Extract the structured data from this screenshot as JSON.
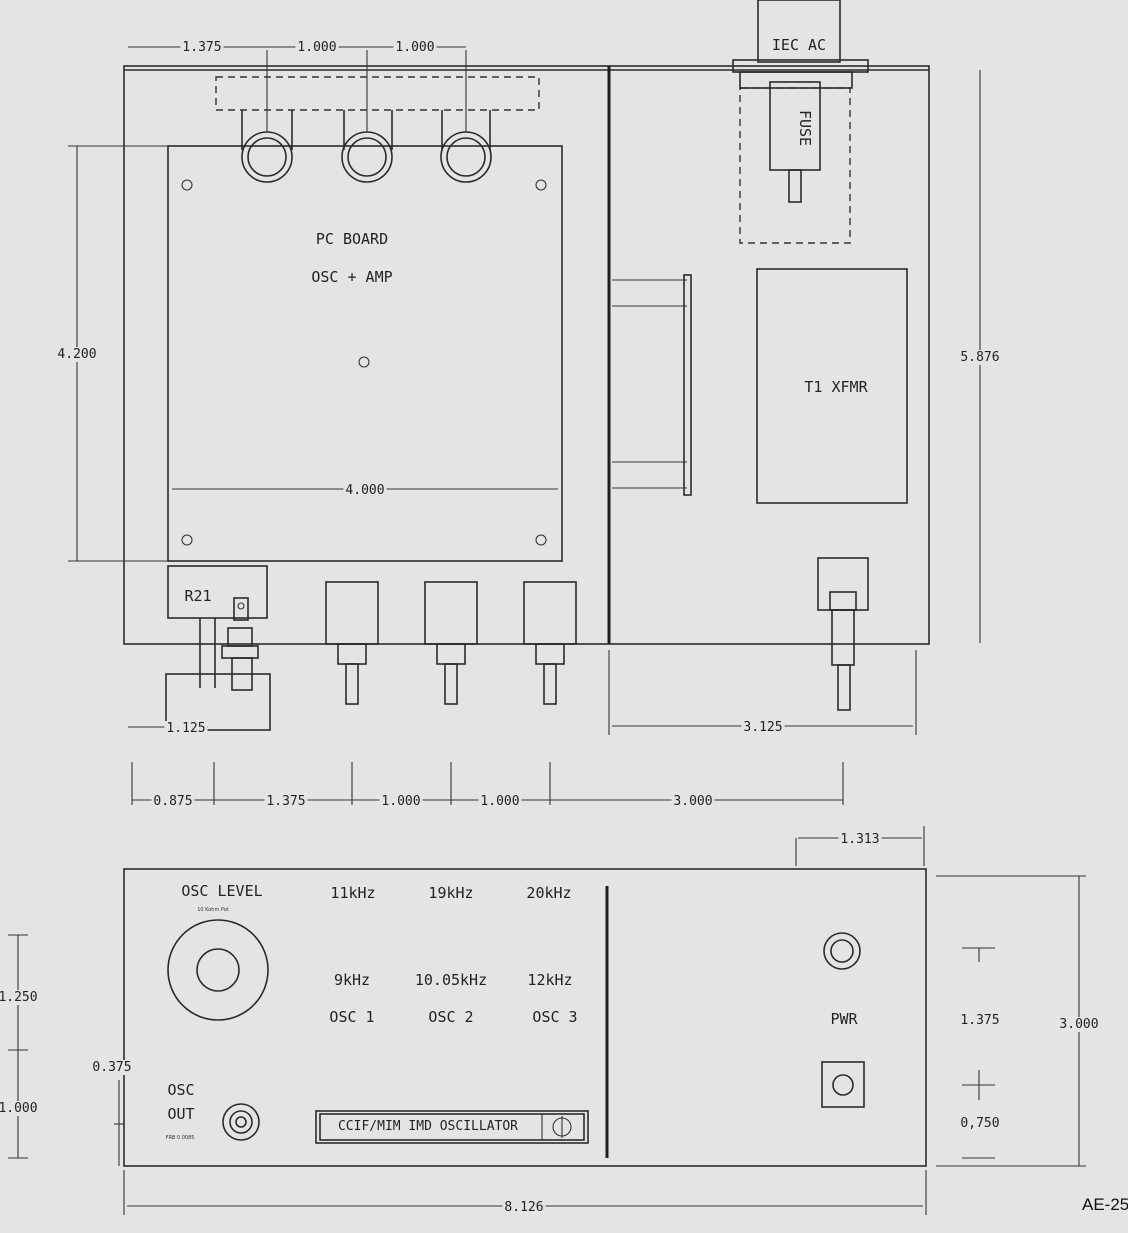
{
  "top_view": {
    "iec_ac": "IEC AC",
    "fuse": "FUSE",
    "pc_board": "PC BOARD",
    "osc_amp": "OSC + AMP",
    "xfmr": "T1 XFMR",
    "r21": "R21",
    "dims": {
      "d1375_top": "1.375",
      "d1000_top_a": "1.000",
      "d1000_top_b": "1.000",
      "d4200": "4.200",
      "d4000": "4.000",
      "d5876": "5.876",
      "d1125": "1.125",
      "d3125": "3.125",
      "d0875": "0.875",
      "d1375_bot": "1.375",
      "d1000_bot_a": "1.000",
      "d1000_bot_b": "1.000",
      "d3000_bot": "3.000"
    }
  },
  "front_view": {
    "osc_level": "OSC LEVEL",
    "osc_level_sub": "10 Kohm Pot",
    "freq_top": [
      "11kHz",
      "19kHz",
      "20kHz"
    ],
    "freq_bot": [
      "9kHz",
      "10.05kHz",
      "12kHz"
    ],
    "osc_labels": [
      "OSC 1",
      "OSC 2",
      "OSC 3"
    ],
    "osc_out_1": "OSC",
    "osc_out_2": "OUT",
    "osc_out_sub": "FRB 0.0085",
    "title_plate": "CCIF/MIM IMD OSCILLATOR",
    "pwr": "PWR",
    "dims": {
      "d1313": "1.313",
      "d1250": "1.250",
      "d0375": "0.375",
      "d1000": "1.000",
      "d1375": "1.375",
      "d0750": "0,750",
      "d3000": "3.000",
      "d8126": "8.126"
    }
  },
  "figure_label": "AE-25"
}
